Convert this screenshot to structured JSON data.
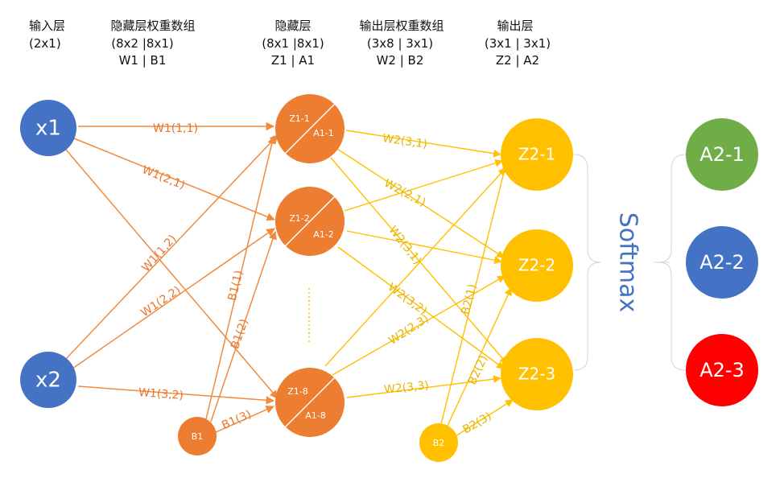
{
  "headers": {
    "input": {
      "title": "输入层",
      "dim": "(2x1)"
    },
    "hidden_weights": {
      "title": "隐藏层权重数组",
      "dim": "(8x2 |8x1)",
      "names": "W1 | B1"
    },
    "hidden": {
      "title": "隐藏层",
      "dim": "(8x1 |8x1)",
      "names": "Z1 | A1"
    },
    "output_weights": {
      "title": "输出层权重数组",
      "dim": "(3x8 | 3x1)",
      "names": "W2 | B2"
    },
    "output": {
      "title": "输出层",
      "dim": "(3x1 | 3x1)",
      "names": "Z2 | A2"
    }
  },
  "nodes": {
    "x1": "x1",
    "x2": "x2",
    "b1": "B1",
    "b2": "B2",
    "h1": {
      "z": "Z1-1",
      "a": "A1-1"
    },
    "h2": {
      "z": "Z1-2",
      "a": "A1-2"
    },
    "h8": {
      "z": "Z1-8",
      "a": "A1-8"
    },
    "z21": "Z2-1",
    "z22": "Z2-2",
    "z23": "Z2-3",
    "a21": "A2-1",
    "a22": "A2-2",
    "a23": "A2-3"
  },
  "labels": {
    "w1_11": "W1(1,1)",
    "w1_21": "W1(2,1)",
    "w1_12": "W1(1,2)",
    "w1_22": "W1(2,2)",
    "w1_32": "W1(3,2)",
    "b1_1": "B1(1)",
    "b1_2": "B1(2)",
    "b1_3": "B1(3)",
    "w2_31": "W2(3,1)",
    "w2_21": "W2(2,1)",
    "w2_31b": "W2(3,1)",
    "w2_32": "W2(3,2)",
    "w2_23": "W2(2,3)",
    "w2_33": "W2(3,3)",
    "b2_1": "B2(1)",
    "b2_2": "B2(2)",
    "b2_3": "B2(3)",
    "softmax": "Softmax"
  },
  "colors": {
    "input": "#4472C4",
    "hidden": "#ED7D31",
    "output": "#FFC000",
    "a21": "#70AD47",
    "a22": "#4472C4",
    "a23": "#FF0000",
    "edge_orange": "#F08A3C",
    "edge_yellow": "#FFC000",
    "softmax": "#4472C4"
  }
}
